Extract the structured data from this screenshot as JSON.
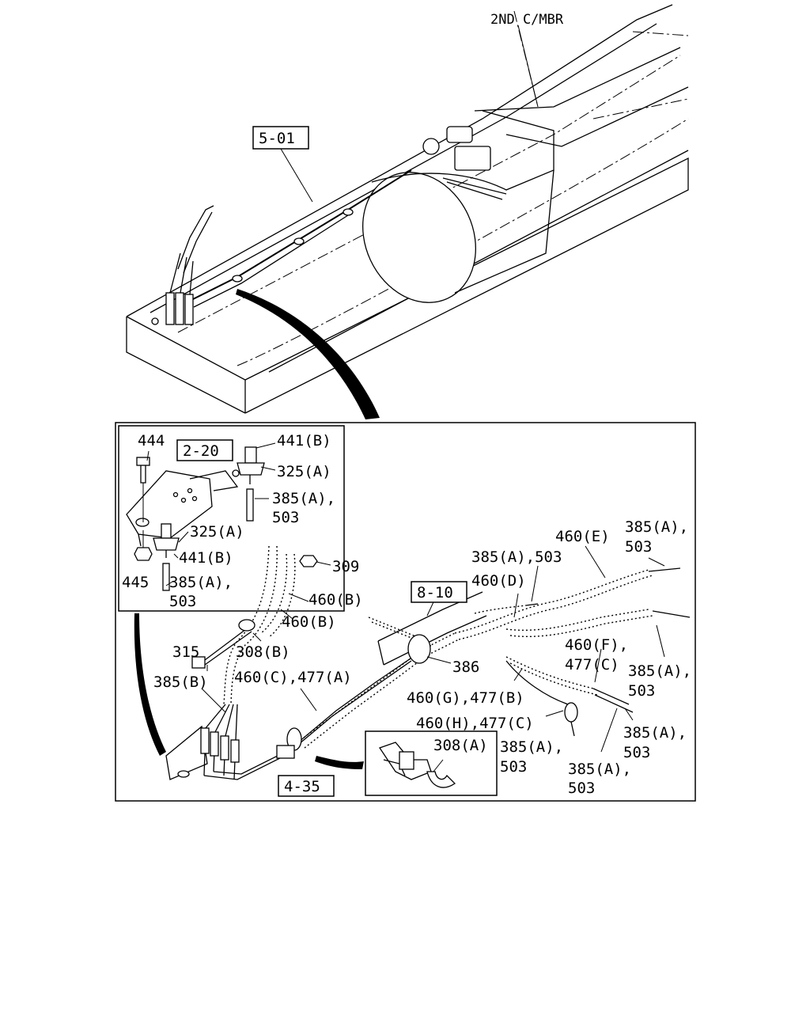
{
  "top_view": {
    "crossmember_label": "2ND C/MBR",
    "ref_box": "5-01"
  },
  "detail_view": {
    "ref_boxes": {
      "bracket": "2-20",
      "frame": "8-10",
      "clip": "4-35"
    },
    "callouts": {
      "c444": "444",
      "c441b_top": "441(B)",
      "c325a_top": "325(A)",
      "c385a_top": "385(A),",
      "c503_top": "503",
      "c325a_low": "325(A)",
      "c441b_low": "441(B)",
      "c445": "445",
      "c385a_low": "385(A),",
      "c503_low": "503",
      "c309": "309",
      "c460b_1": "460(B)",
      "c460b_2": "460(B)",
      "c315": "315",
      "c308b": "308(B)",
      "c385b": "385(B)",
      "c460c": "460(C),477(A)",
      "c385a_mid": "385(A),503",
      "c460d": "460(D)",
      "c460e": "460(E)",
      "c385a_e": "385(A),",
      "c503_e": "503",
      "c386": "386",
      "c460f": "460(F),",
      "c477c_f": "477(C)",
      "c385a_f": "385(A),",
      "c503_f": "503",
      "c460g": "460(G),477(B)",
      "c460h": "460(H),477(C)",
      "c308a": "308(A)",
      "c385a_h": "385(A),",
      "c503_h": "503",
      "c385a_g": "385(A),",
      "c503_g": "503",
      "c385a_r": "385(A),",
      "c503_r": "503"
    }
  }
}
